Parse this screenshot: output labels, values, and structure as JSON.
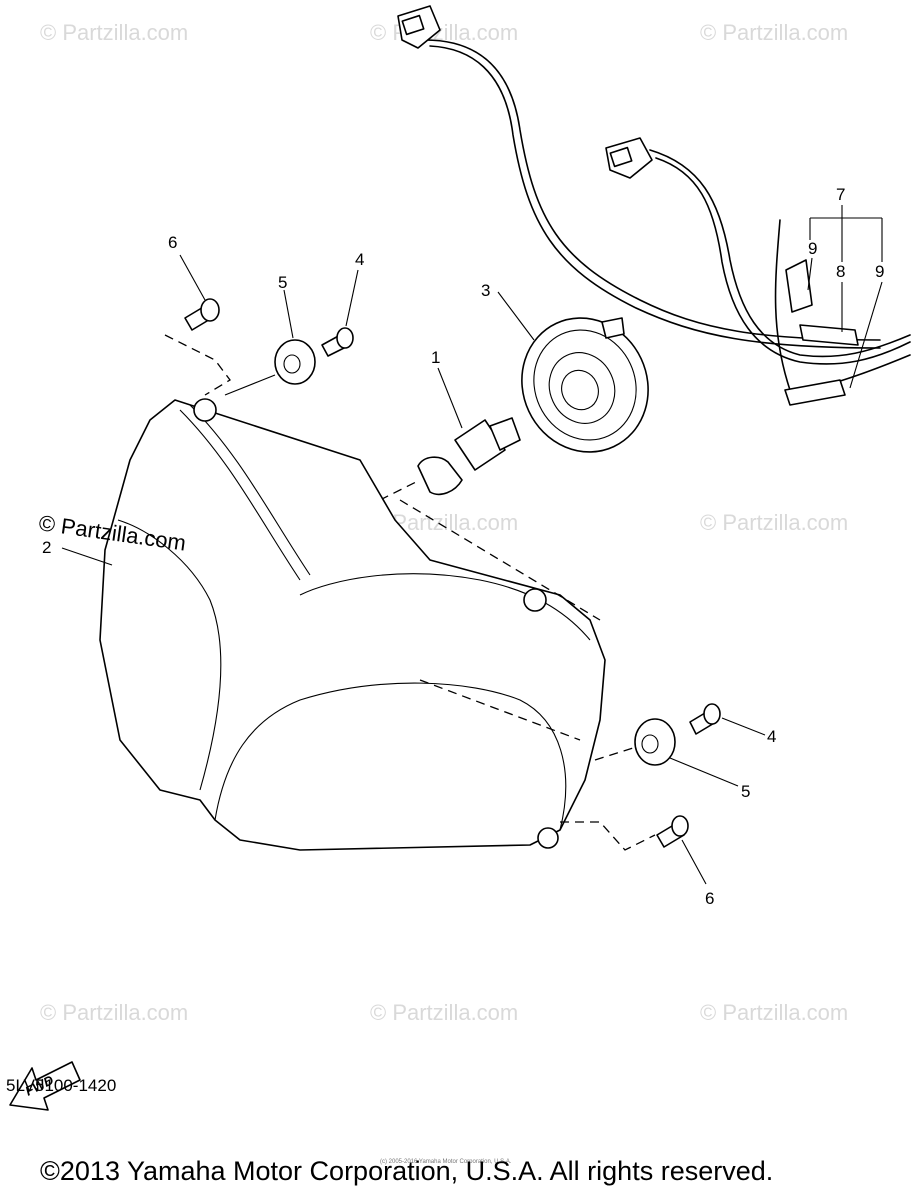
{
  "watermark": "© Partzilla.com",
  "watermark_large": "© Partzilla.com",
  "callouts": {
    "bulb": "1",
    "headlight_unit": "2",
    "bulb_cover": "3",
    "screw_upper": "4",
    "screw_lower": "4",
    "damper_upper": "5",
    "damper_lower": "5",
    "bolt_upper": "6",
    "bolt_lower": "6",
    "harness": "7",
    "sleeve_8": "8",
    "sleeve_9_a": "9",
    "sleeve_9_b": "9"
  },
  "fwd_label": "FWD",
  "diagram_code": "5LV5100-1420",
  "copyright": "©2013 Yamaha Motor Corporation, U.S.A. All rights reserved.",
  "tiny_notice": "(c) 2005-2016 Yamaha Motor Corporation, U.S.A."
}
